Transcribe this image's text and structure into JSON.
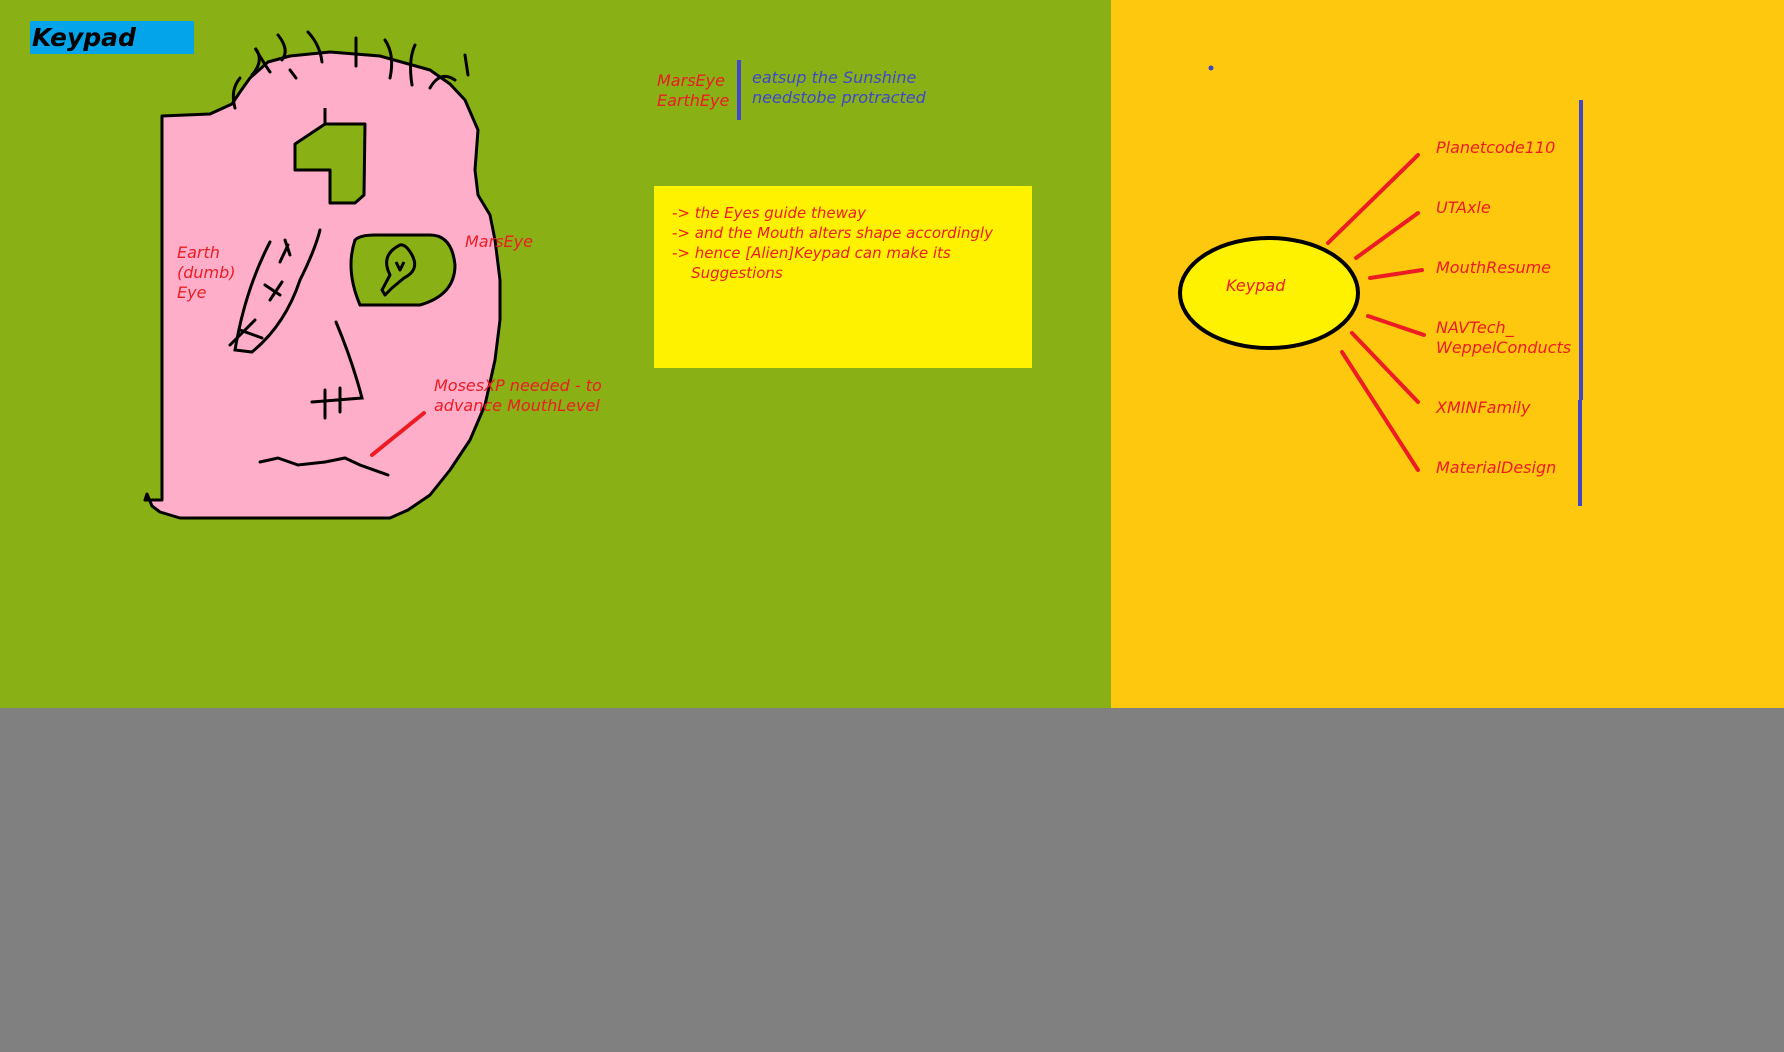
{
  "title": "Keypad",
  "face": {
    "earth_eye_label": [
      "Earth",
      "(dumb)",
      "Eye"
    ],
    "mars_eye_label": "MarsEye",
    "moses_label": [
      "MosesXP needed - to",
      "advance MouthLevel"
    ]
  },
  "legend": {
    "left": [
      "MarsEye",
      "EarthEye"
    ],
    "right": [
      "eatsup the Sunshine",
      "needstobe protracted"
    ]
  },
  "note": {
    "lines": [
      "-> the Eyes guide theway",
      "-> and the Mouth alters shape accordingly",
      "-> hence [Alien]Keypad can make its",
      "    Suggestions"
    ]
  },
  "sun": {
    "center_label": "Keypad",
    "rays": [
      "Planetcode110",
      "UTAxle",
      "MouthResume",
      "NAVTech_",
      "WeppelConducts",
      "XMINFamily",
      "MaterialDesign"
    ]
  },
  "colors": {
    "green_bg": "#89b015",
    "orange_bg": "#fec80e",
    "gray_bg": "#808080",
    "pink_face": "#ffaec9",
    "yellow": "#fff200",
    "red_text": "#ed1c24",
    "blue_text": "#3f48cc",
    "title_bg": "#03a4e9"
  }
}
